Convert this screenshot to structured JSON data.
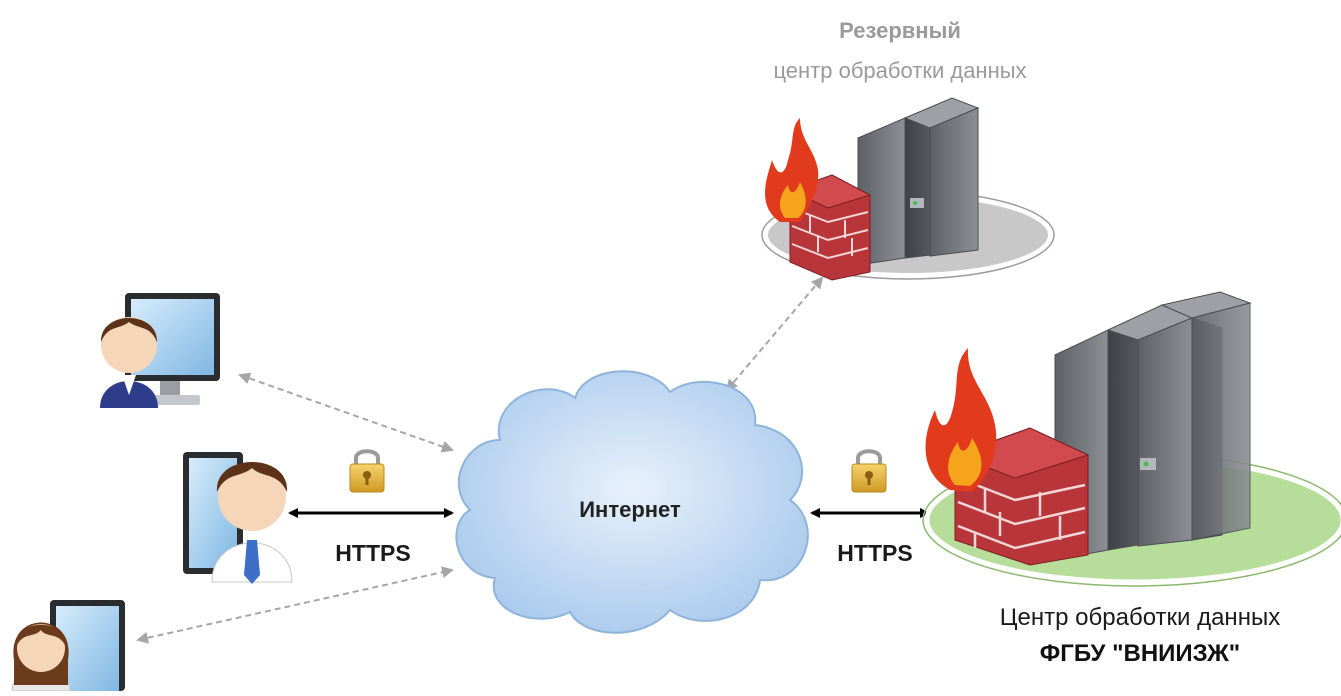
{
  "labels": {
    "backup_title": "Резервный",
    "backup_subtitle": "центр обработки данных",
    "internet": "Интернет",
    "https_left": "HTTPS",
    "https_right": "HTTPS",
    "main_subtitle": "Центр обработки данных",
    "main_title": "ФГБУ \"ВНИИЗЖ\""
  },
  "colors": {
    "cloud": "#c4dcf2",
    "cloud_stroke": "#8fb4da",
    "main_platform": "#b6dd9a",
    "backup_platform": "#c8c8c8",
    "firewall_brick": "#b8363a",
    "flame": "#e23a1c",
    "server": "#6f7378",
    "lock": "#e5b542",
    "arrow_solid": "#000000",
    "arrow_dashed": "#a6a6a6"
  },
  "icons": [
    "cloud-icon",
    "firewall-icon",
    "server-rack-icon",
    "lock-icon",
    "user-workstation-icon"
  ]
}
